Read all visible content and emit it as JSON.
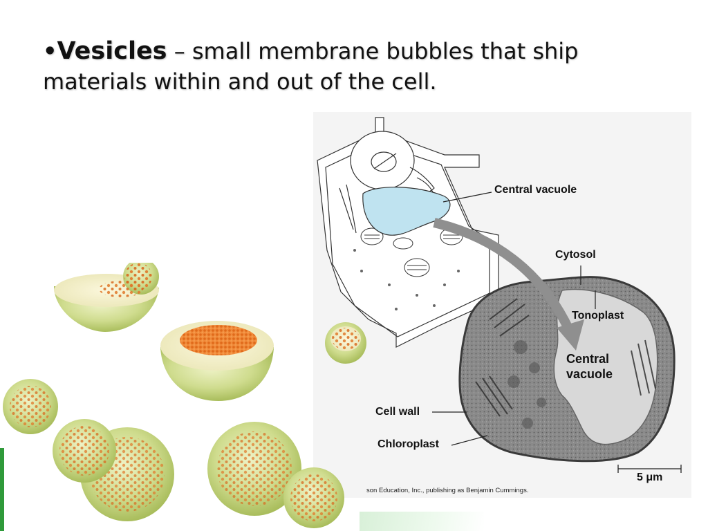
{
  "title": {
    "bullet": "•",
    "term": "Vesicles",
    "dash": " – ",
    "definition": "small membrane bubbles that ship materials within and out of the cell."
  },
  "diagram_labels": {
    "central_vacuole_top": "Central vacuole",
    "cytosol": "Cytosol",
    "tonoplast": "Tonoplast",
    "central_vacuole_main_line1": "Central",
    "central_vacuole_main_line2": "vacuole",
    "cell_wall": "Cell wall",
    "chloroplast": "Chloroplast",
    "scale_bar": "5 μm"
  },
  "credit": "son Education, Inc., publishing as Benjamin Cummings.",
  "colors": {
    "vesicle_green": "#c9d98a",
    "vesicle_dot": "#e0782a",
    "vacuole_blue": "#bfe3f0",
    "accent_green": "#2f9a3a"
  }
}
